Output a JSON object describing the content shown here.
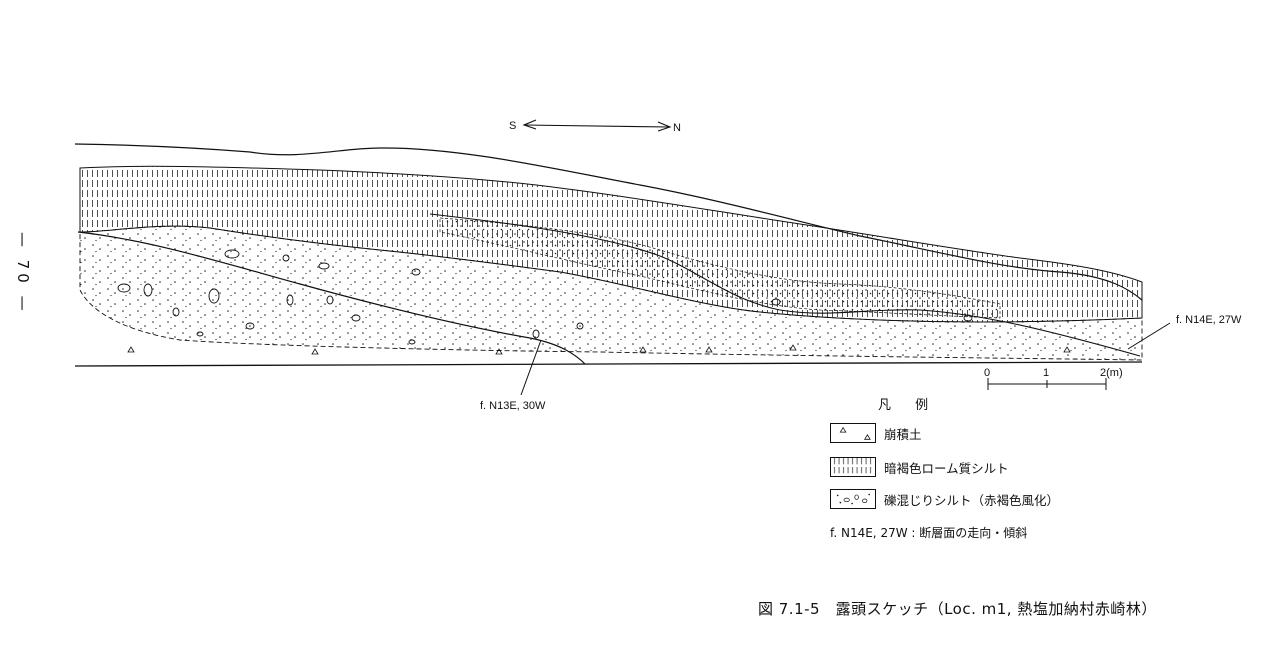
{
  "page": {
    "number": "— 70 —"
  },
  "direction": {
    "south": "S",
    "north": "N"
  },
  "faults": [
    {
      "label": "f. N13E, 30W"
    },
    {
      "label": "f. N14E, 27W"
    }
  ],
  "scale": {
    "ticks": [
      "0",
      "1",
      "2(m)"
    ]
  },
  "legend": {
    "title": "凡 例",
    "items": [
      {
        "label": "崩積土",
        "pattern": "triangles-icon"
      },
      {
        "label": "暗褐色ローム質シルト",
        "pattern": "vertical-hatch-icon"
      },
      {
        "label": "礫混じりシルト（赤褐色風化）",
        "pattern": "pebble-dots-icon"
      }
    ],
    "fault_note": "f. N14E, 27W : 断層面の走向・傾斜"
  },
  "caption": "図 7.1-5　露頭スケッチ（Loc. m1, 熱塩加納村赤崎林）"
}
